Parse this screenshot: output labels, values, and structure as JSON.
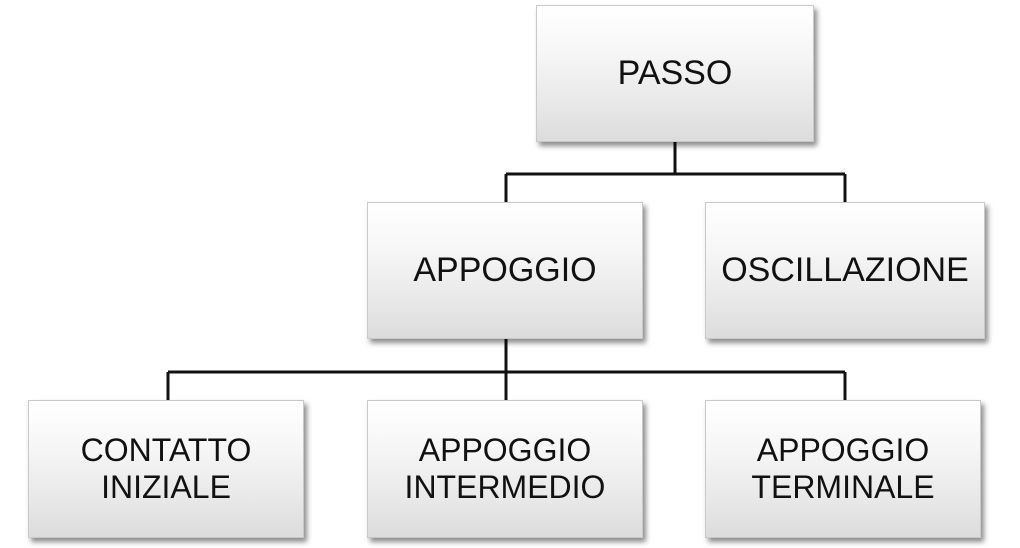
{
  "diagram": {
    "root": {
      "label": "PASSO"
    },
    "level1": [
      {
        "label": "APPOGGIO"
      },
      {
        "label": "OSCILLAZIONE"
      }
    ],
    "level2": [
      {
        "line1": "CONTATTO",
        "line2": "INIZIALE"
      },
      {
        "line1": "APPOGGIO",
        "line2": "INTERMEDIO"
      },
      {
        "line1": "APPOGGIO",
        "line2": "TERMINALE"
      }
    ]
  }
}
